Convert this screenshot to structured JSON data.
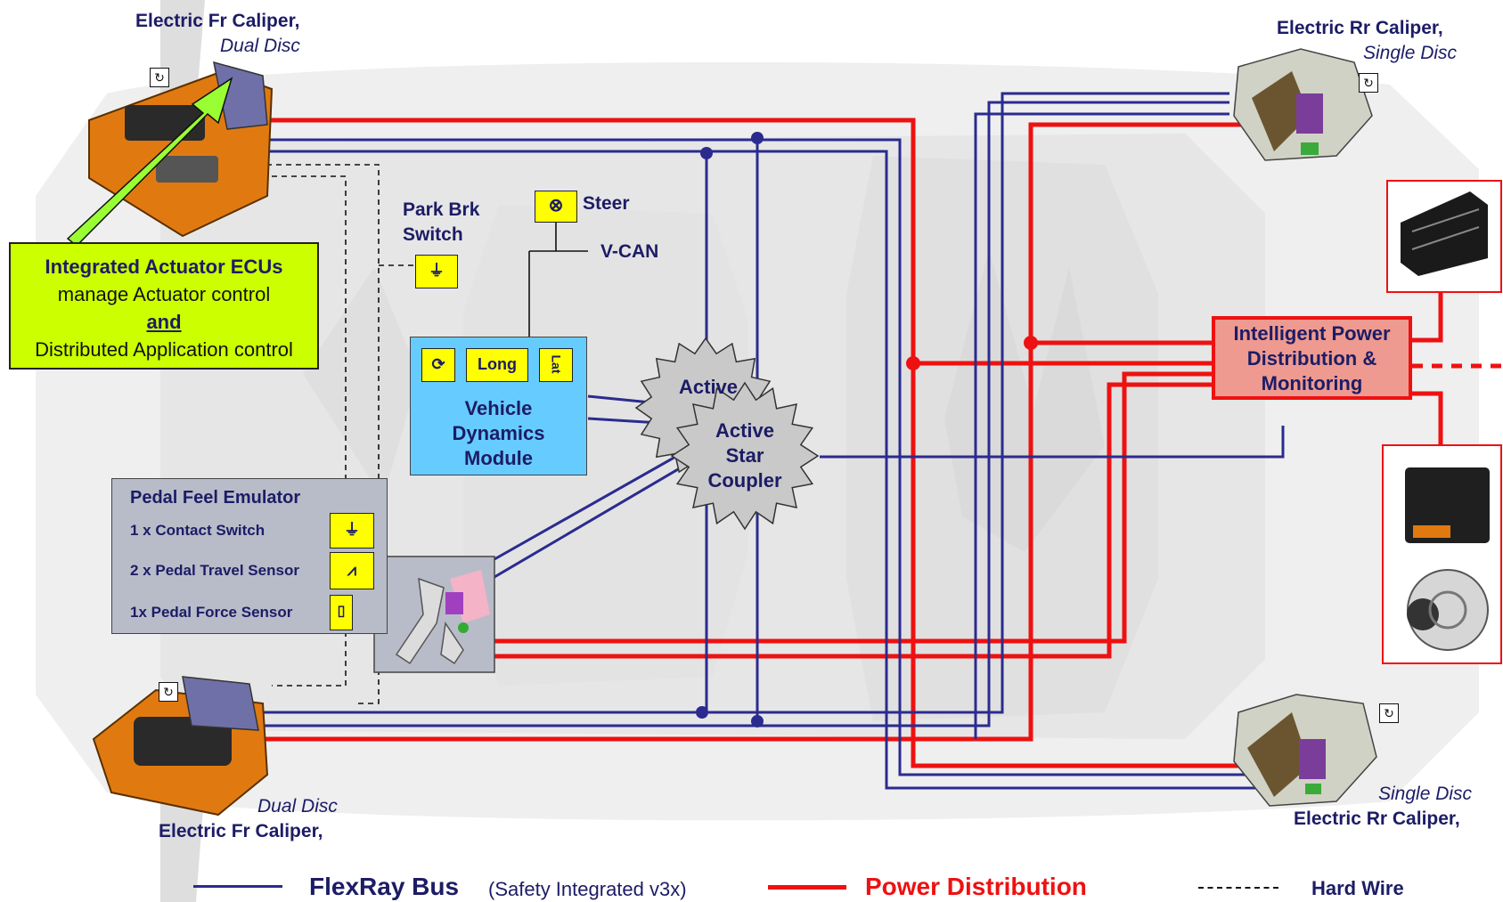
{
  "diagram": {
    "front_caliper_top": {
      "title": "Electric Fr Caliper,",
      "subtitle": "Dual Disc"
    },
    "front_caliper_bottom": {
      "title": "Electric Fr Caliper,",
      "subtitle": "Dual Disc"
    },
    "rear_caliper_top": {
      "title": "Electric Rr Caliper,",
      "subtitle": "Single Disc"
    },
    "rear_caliper_bottom": {
      "title": "Electric Rr Caliper,",
      "subtitle": "Single Disc"
    },
    "ecu_note": {
      "line1": "Integrated Actuator ECUs",
      "line2": "manage Actuator control",
      "line3": "and",
      "line4": "Distributed Application control"
    },
    "park_brake": {
      "line1": "Park Brk",
      "line2": "Switch"
    },
    "steer_label": "Steer",
    "vcan_label": "V-CAN",
    "vdm": {
      "line1": "Vehicle",
      "line2": "Dynamics",
      "line3": "Module",
      "chip_long": "Long",
      "chip_lat": "Lat"
    },
    "star_back": "Active",
    "star_front": {
      "line1": "Active",
      "line2": "Star",
      "line3": "Coupler"
    },
    "pedal": {
      "title": "Pedal Feel Emulator",
      "items": [
        "1 x Contact Switch",
        "2 x Pedal Travel Sensor",
        "1x Pedal Force Sensor"
      ]
    },
    "ipdm": {
      "line1": "Intelligent Power",
      "line2": "Distribution &",
      "line3": "Monitoring"
    }
  },
  "legend": {
    "flexray_label": "FlexRay Bus",
    "flexray_note": "(Safety Integrated v3x)",
    "power_label": "Power Distribution",
    "hardwire_label": "Hard Wire"
  },
  "colors": {
    "flexray": "#2b2b8f",
    "power": "#ee1111",
    "navy_text": "#1c1c66",
    "ecu_note_bg": "#ccff00",
    "vdm_bg": "#66ccff",
    "ipdm_bg": "#ee9a90",
    "pedal_bg": "#b8bcc8",
    "caliper_orange": "#e07a10",
    "sensor_yellow": "#ffff00"
  }
}
